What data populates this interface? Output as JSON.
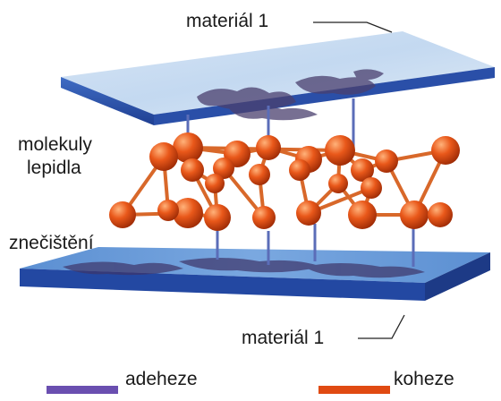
{
  "labels": {
    "top_material": "materiál 1",
    "molecules_line1": "molekuly",
    "molecules_line2": "lepidla",
    "contamination": "znečištění",
    "bottom_material": "materiál 1"
  },
  "legend": [
    {
      "label": "adeheze",
      "color": "#6a4fb0"
    },
    {
      "label": "koheze",
      "color": "#e04a12"
    }
  ],
  "colors": {
    "plate_top": "#6b9ed8",
    "plate_edge": "#2f57b0",
    "molecule": "#e0500f",
    "bond": "#d8682a",
    "adhesion_rod": "#5b6db8",
    "contamination": "#4a3f6e"
  }
}
